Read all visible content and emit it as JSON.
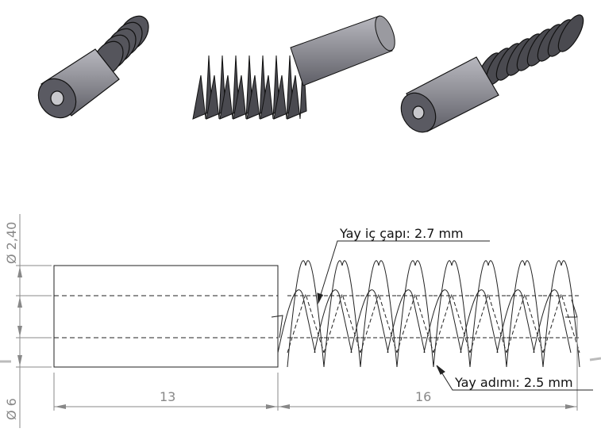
{
  "drawing": {
    "annotations": {
      "inner_diameter": "Yay iç çapı: 2.7 mm",
      "pitch": "Yay adımı: 2.5 mm"
    },
    "dimensions": {
      "diameter_small": "Ø 2,40",
      "diameter_large": "Ø 6",
      "cylinder_length": "13",
      "spring_length": "16"
    },
    "spring_turns": 8,
    "colors": {
      "part": "#8a8a90",
      "part_dark": "#4a4a50",
      "line": "#111111",
      "dim": "#888888"
    }
  }
}
